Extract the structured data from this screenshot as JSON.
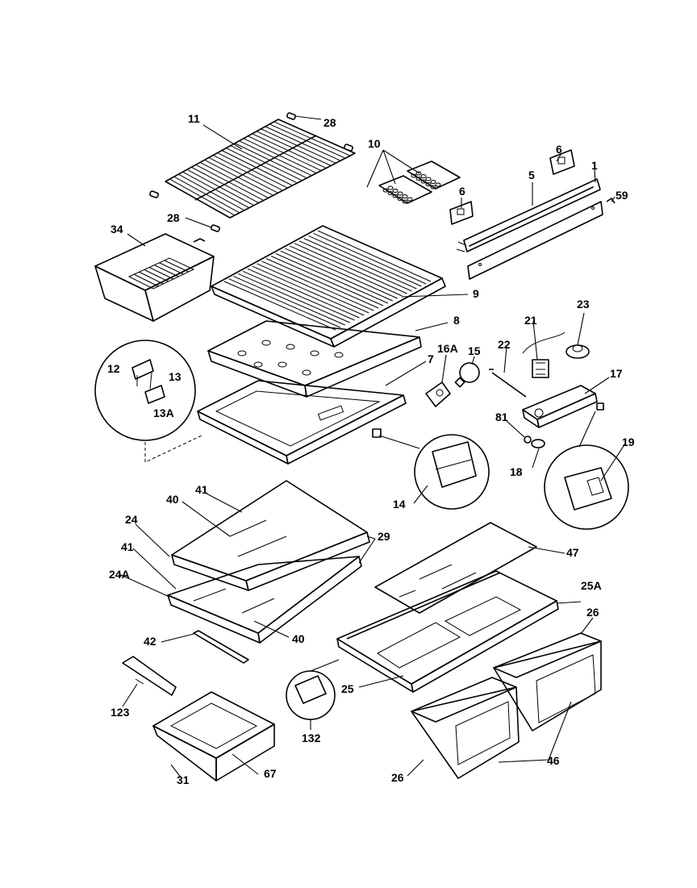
{
  "callouts": {
    "c1": "1",
    "c5": "5",
    "c6a": "6",
    "c6b": "6",
    "c7": "7",
    "c8": "8",
    "c9": "9",
    "c10": "10",
    "c11": "11",
    "c12": "12",
    "c13": "13",
    "c13a": "13A",
    "c14": "14",
    "c15": "15",
    "c16a": "16A",
    "c17": "17",
    "c18": "18",
    "c19": "19",
    "c21": "21",
    "c22": "22",
    "c23": "23",
    "c24": "24",
    "c24a": "24A",
    "c25": "25",
    "c25a": "25A",
    "c26a": "26",
    "c26b": "26",
    "c28a": "28",
    "c28b": "28",
    "c29": "29",
    "c31": "31",
    "c34": "34",
    "c40a": "40",
    "c40b": "40",
    "c41a": "41",
    "c41b": "41",
    "c42": "42",
    "c46": "46",
    "c47": "47",
    "c59": "59",
    "c67": "67",
    "c81": "81",
    "c123": "123",
    "c132": "132"
  }
}
